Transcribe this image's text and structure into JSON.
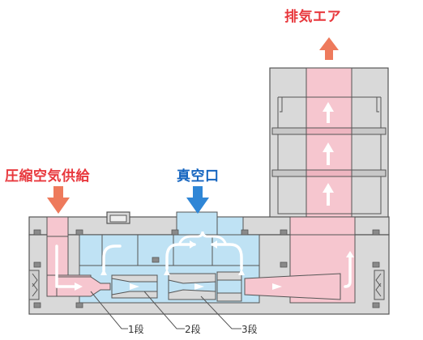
{
  "labels": {
    "exhaust": "排気エア",
    "supply": "圧縮空気供給",
    "vacuum": "真空口"
  },
  "stages": [
    "1段",
    "2段",
    "3段"
  ],
  "colors": {
    "exhaust": "#e8383d",
    "supply": "#e8383d",
    "vacuum": "#1565c0",
    "arrow_red": "#ee7a5c",
    "arrow_blue": "#2f86d6",
    "pressure_fill": "#f6c6cf",
    "vacuum_fill": "#bfe2f4",
    "body": "#d9d9d9",
    "outline": "#555555"
  }
}
